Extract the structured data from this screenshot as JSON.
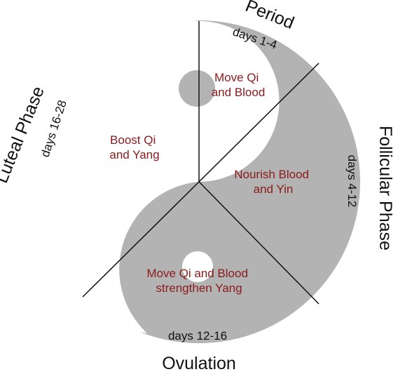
{
  "colors": {
    "background": "#ffffff",
    "yin_gray": "#b3b3b3",
    "divider_line": "#111111",
    "phase_text": "#111111",
    "action_text": "#8b1a1a"
  },
  "phases": {
    "period": "Period",
    "follicular": "Follicular Phase",
    "ovulation": "Ovulation",
    "luteal": "Luteal Phase"
  },
  "days": {
    "period": "days 1-4",
    "follicular": "days 4-12",
    "ovulation": "days 12-16",
    "luteal": "days 16-28"
  },
  "actions": {
    "period": [
      "Move Qi",
      "and Blood"
    ],
    "follicular": [
      "Nourish Blood",
      "and Yin"
    ],
    "ovulation": [
      "Move Qi and Blood",
      "strengthen Yang"
    ],
    "luteal": [
      "Boost Qi",
      "and Yang"
    ]
  }
}
